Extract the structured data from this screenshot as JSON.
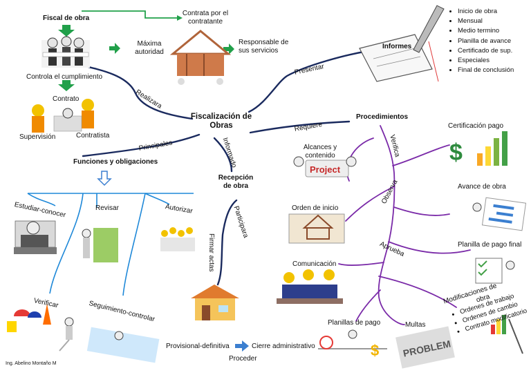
{
  "center": {
    "line1": "Fiscalización de",
    "line2": "Obras"
  },
  "fiscal": {
    "title": "Fiscal de obra",
    "controla": "Controla el cumplimiento",
    "contrato": "Contrato",
    "supervision": "Supervisión",
    "contratista": "Contratista",
    "contrata": {
      "line1": "Contrata por el",
      "line2": "contratante"
    },
    "maxima": {
      "line1": "Máxima",
      "line2": "autoridad"
    },
    "responsable": {
      "line1": "Responsable de",
      "line2": "sus servicios"
    }
  },
  "links": {
    "realizara": "Realizara",
    "presentar": "Presentar",
    "requiere": "Requiere",
    "principales": "Principales",
    "informado": "Informado",
    "participara": "Participara",
    "firmar_actas": "Firmar actas",
    "verifica": "Verifica",
    "observa": "Observa",
    "aprueba": "Aprueba"
  },
  "informes": {
    "title": "Informes",
    "items": [
      "Inicio de obra",
      "Mensual",
      "Medio termino",
      "Planilla de avance",
      "Certificado de sup.",
      "Especiales",
      "Final de conclusión"
    ]
  },
  "funciones": {
    "title": "Funciones y obligaciones",
    "estudiar": "Estudiar-conocer",
    "revisar": "Revisar",
    "autorizar": "Autorizar",
    "verificar": "Verificar",
    "seguimiento": "Seguimiento-controlar"
  },
  "recepcion": {
    "line1": "Recepción",
    "line2": "de obra",
    "provisional": "Provisional-definitiva",
    "cierre": "Cierre administrativo",
    "proceder": "Proceder"
  },
  "procedimientos": {
    "title": "Procedimientos",
    "alcances": {
      "line1": "Alcances y",
      "line2": "contenido"
    },
    "project_word": "Project",
    "orden": "Orden de inicio",
    "comunicacion": "Comunicación",
    "planillas_pago": "Planillas de pago",
    "multas": "Multas",
    "certificacion": "Certificación pago",
    "avance": "Avance  de obra",
    "planilla_final": "Planilla de pago final",
    "modificaciones": {
      "line1": "Modificaciones de",
      "line2": "obra"
    },
    "mod_items": [
      "Ordenes de trabajo",
      "Ordenes de cambio",
      "Contrato modificatorio"
    ],
    "problem_word": "PROBLEM"
  },
  "author": "Ing. Abelino Montaño M",
  "colors": {
    "navy_branch": "#1a2a5e",
    "purple_branch": "#7a2aa8",
    "blue_branch": "#1e88d8",
    "green_arrow": "#21a04a",
    "blue_arrow": "#3b7fd0"
  }
}
